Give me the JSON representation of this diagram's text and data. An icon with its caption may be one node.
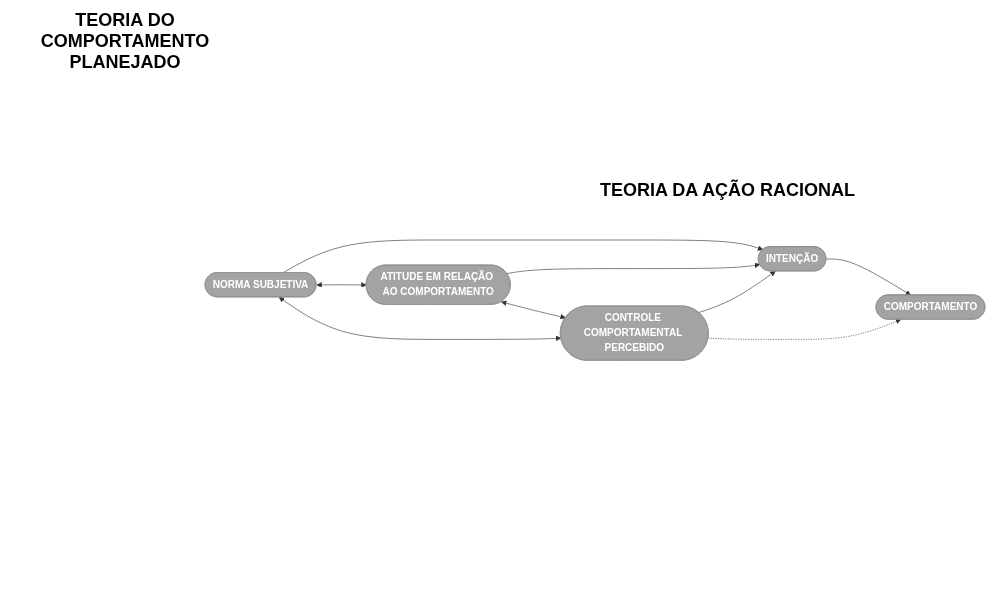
{
  "diagram": {
    "nodes": [
      {
        "text": [
          "NORMA SUBJETIVA"
        ]
      },
      {
        "text": [
          "ATITUDE EM RELAÇÃO AO COMPORTAMENTO"
        ]
      },
      {
        "text": [
          "CONTROLE COMPORTAMENTAL PERCEBIDO"
        ]
      },
      {
        "text": [
          "INTENÇÃO"
        ]
      },
      {
        "text": [
          "COMPORTAMENTO"
        ]
      }
    ],
    "edges": [
      {
        "from": 0,
        "to": 1,
        "arrow": "both"
      },
      {
        "from": 1,
        "to": 2,
        "arrow": "both"
      },
      {
        "from": 0,
        "to": 2,
        "arrow": "both"
      },
      {
        "from": 0,
        "to": 3,
        "arrow": "to"
      },
      {
        "from": 1,
        "to": 3,
        "arrow": "to"
      },
      {
        "from": 2,
        "to": 3,
        "arrow": "to"
      },
      {
        "from": 3,
        "to": 4,
        "arrow": "to"
      },
      {
        "from": 2,
        "to": 4,
        "arrow": "to",
        "style": "dashed"
      }
    ],
    "labels": [
      "TEORIA DO COMPORTAMENTO PLANEJADO",
      "TEORIA DA AÇÃO RACIONAL"
    ]
  }
}
